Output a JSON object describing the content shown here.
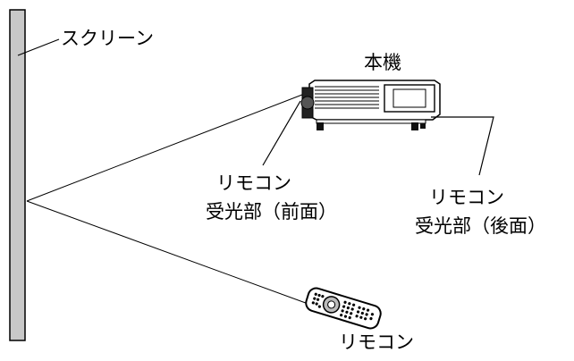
{
  "labels": {
    "screen": "スクリーン",
    "projector": "本機",
    "receiver_front_line1": "リモコン",
    "receiver_front_line2": "受光部（前面）",
    "receiver_rear_line1": "リモコン",
    "receiver_rear_line2": "受光部（後面）",
    "remote": "リモコン"
  },
  "colors": {
    "screen_fill": "#c8c8c8",
    "line": "#000000",
    "projector_body": "#ffffff",
    "projector_dark": "#1a1a1a"
  }
}
